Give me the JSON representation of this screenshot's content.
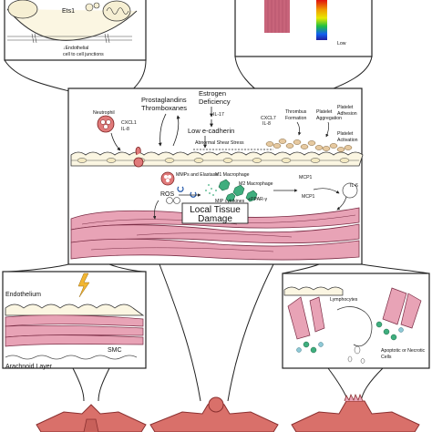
{
  "top_left_panel": {
    "ets1": "Ets1",
    "endothelial_line1": "↓Endothelial",
    "endothelial_line2": "cell to cell junctions"
  },
  "top_right_panel": {
    "low": "Low"
  },
  "main_panel": {
    "neutrophil": "Neutrophil",
    "cxcl1": "CXCL1",
    "il8": "IL-8",
    "prostaglandins": "Prostaglandins",
    "thromboxanes": "Thromboxanes",
    "estrogen": "Estrogen",
    "deficiency": "Deficiency",
    "il17": "IL-17",
    "low_ecadherin": "Low e-cadherin",
    "abnormal_shear": "Abnormal Shear Stress",
    "cxcl7": "CXCL7",
    "cxcl7_il8": "IL-8",
    "thrombus": "Thrombus",
    "formation": "Formation",
    "platelet_aggregation_1": "Platelet",
    "platelet_aggregation_2": "Aggregation",
    "platelet_adhesion_1": "Platelet",
    "platelet_adhesion_2": "Adhesion",
    "platelet_activation_1": "Platelet",
    "platelet_activation_2": "Activation",
    "m1_macrophage": "M1 Macrophage",
    "m2_macrophage": "M2 Macrophage",
    "mcp1_top": "MCP1",
    "mcp1_bottom": "MCP1",
    "mmps": "MMPs and Elastase",
    "ppar": "+PPAR-γ",
    "mip": "MIP cytokines",
    "il6": "IL-6",
    "ros": "ROS",
    "local_tissue_1": "Local Tissue",
    "local_tissue_2": "Damage"
  },
  "bottom_left_panel": {
    "endothelium": "Endothelium",
    "smc": "SMC",
    "arachnoid": "Arachnoid Layer"
  },
  "bottom_right_panel": {
    "lymphocytes": "Lymphocytes",
    "apoptotic_1": "Apoptotic or Necrotic",
    "apoptotic_2": "Cells"
  },
  "colors": {
    "muscle": "#e8a3b6",
    "muscle_stroke": "#7a2d45",
    "vessel": "#d9706a",
    "endothelial_fill": "#fbf6e2",
    "neutrophil": "#e07a7a",
    "macrophage_green": "#3fae7e",
    "platelet": "#e6c9a0",
    "lightning": "#f2b632"
  }
}
